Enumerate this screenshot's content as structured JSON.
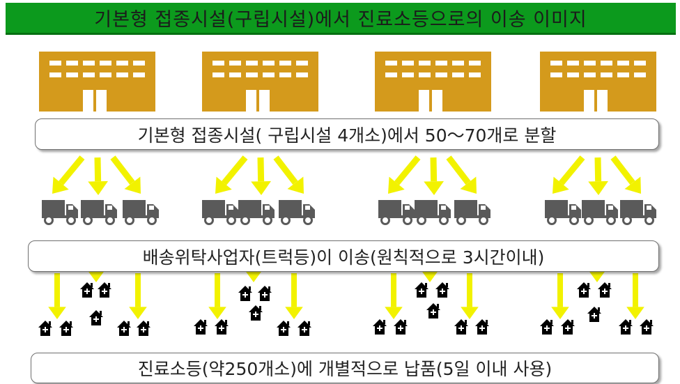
{
  "title": "기본형 접종시설(구립시설)에서 진료소등으로의 이송 이미지",
  "box1": "기본형 접종시설( 구립시설 4개소)에서 50～70개로 분할",
  "box2": "배송위탁사업자(트럭등)이 이송(원칙적으로 3시간이내)",
  "box3": "진료소등(약250개소)에 개별적으로 납품(5일 이내 사용)",
  "colors": {
    "title_bar": "#0c9a1d",
    "building": "#d49a1c",
    "arrow": "#f2f200",
    "truck": "#5a5a5a",
    "house": "#000000"
  },
  "icons": [
    "building-icon",
    "truck-icon",
    "house-icon",
    "arrow-icon"
  ]
}
